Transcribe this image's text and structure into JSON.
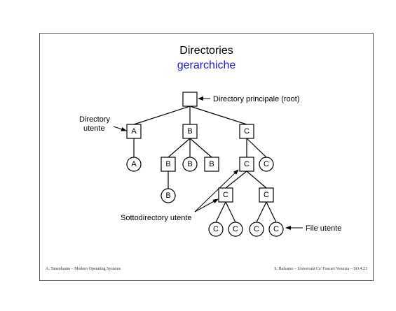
{
  "slide": {
    "title": "Directories",
    "subtitle": "gerarchiche",
    "footer_left": "A. Tanenbaum – Modern Operating Systems",
    "footer_right": "S. Balsamo – Università Ca' Foscari Venezia – SO.4.23"
  },
  "diagram": {
    "labels": {
      "root": "Directory principale (root)",
      "user_dir_line1": "Directory",
      "user_dir_line2": "utente",
      "sub_dir": "Sottodirectory utente",
      "user_file": "File utente"
    },
    "nodes": {
      "root": "",
      "a_dir": "A",
      "b_dir": "B",
      "c_dir": "C",
      "a_file": "A",
      "b_sub_dir": "B",
      "b_file_1": "B",
      "b_sub_dir_2": "B",
      "b_file_2": "B",
      "c_sub_dir": "C",
      "c_file_1": "C",
      "c_sub_sub_1": "C",
      "c_sub_sub_2": "C",
      "c_file_2": "C",
      "c_file_3": "C",
      "c_file_4": "C",
      "c_file_5": "C"
    }
  }
}
